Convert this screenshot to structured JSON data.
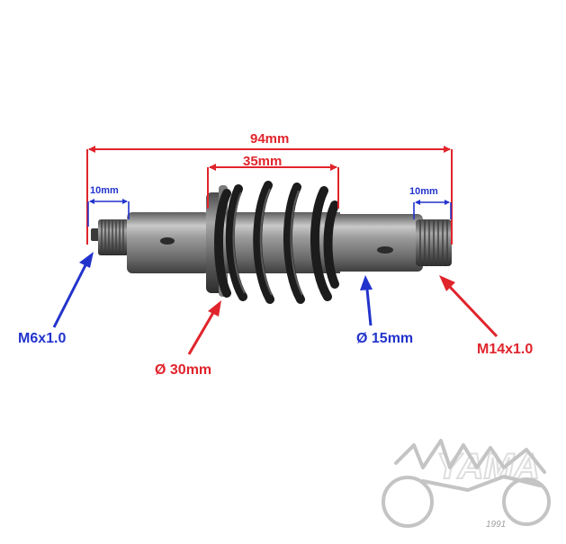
{
  "dimensions": {
    "overall_length": "94mm",
    "spring_length": "35mm",
    "left_thread_length": "10mm",
    "right_thread_length": "10mm"
  },
  "callouts": {
    "left_thread": "M6x1.0",
    "spring_diameter": "Ø 30mm",
    "shaft_diameter": "Ø 15mm",
    "right_thread": "M14x1.0"
  },
  "logo": {
    "text": "YAMA",
    "year": "1991"
  },
  "colors": {
    "red": "#e0242c",
    "blue": "#2233cc",
    "metal": "#8a8a8a",
    "spring": "#1c1c1c"
  }
}
